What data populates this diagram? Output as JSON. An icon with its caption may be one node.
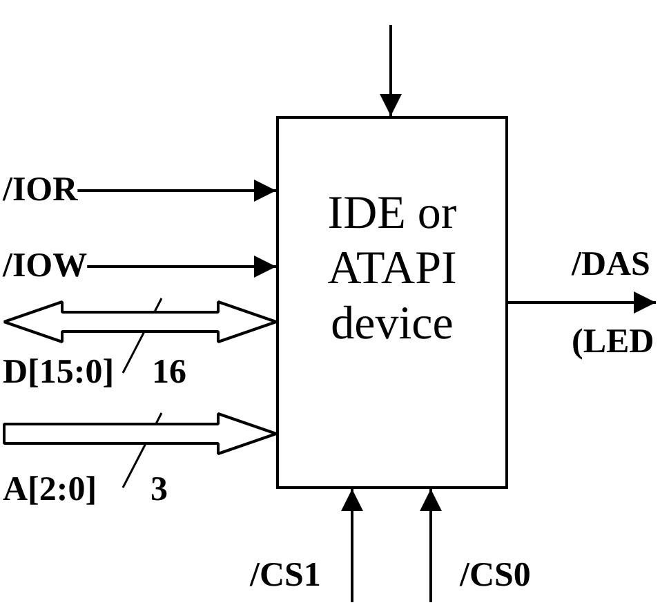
{
  "diagram": {
    "nodes": [
      {
        "text": [
          "IDE or ATAPI device"
        ]
      },
      {
        "text": [
          "/IOR"
        ]
      },
      {
        "text": [
          "/IOW"
        ]
      }
    ],
    "edges": [
      {
        "from": null,
        "to": 0,
        "arrow": "to"
      },
      {
        "from": 1,
        "to": 0,
        "arrow": "to"
      },
      {
        "from": 2,
        "to": 0,
        "arrow": "to"
      },
      {
        "from": null,
        "to": 0,
        "arrow": "both",
        "style": "thick"
      },
      {
        "from": null,
        "to": 0,
        "arrow": "to",
        "style": "thick"
      },
      {
        "from": 0,
        "to": null,
        "arrow": "to"
      },
      {
        "from": null,
        "to": 0,
        "arrow": "to"
      },
      {
        "from": null,
        "to": 0,
        "arrow": "to"
      }
    ],
    "labels": [
      "/DAS",
      "(LED",
      "D[15:0]",
      "16",
      "A[2:0]",
      "3",
      "/CS1",
      "/CS0"
    ]
  }
}
